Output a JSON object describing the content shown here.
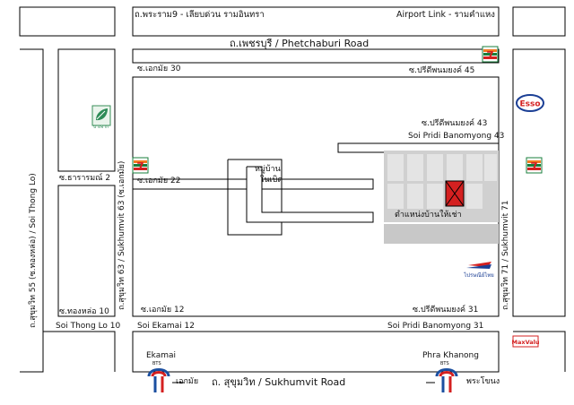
{
  "roads": {
    "top_left": "ถ.พระราม9 - เลียบด่วน รามอินทรา",
    "top_right": "Airport Link - รามคำแหง",
    "phetchaburi": "ถ.เพชรบุรี / Phetchaburi Road",
    "ekamai30": "ซ.เอกมัย 30",
    "pridi45": "ซ.ปรีดีพนมยงค์ 45",
    "pridi43_th": "ซ.ปรีดีพนมยงค์ 43",
    "pridi43_en": "Soi Pridi Banomyong 43",
    "tharaman2": "ซ.ธารารมณ์ 2",
    "ekamai22": "ซ.เอกมัย 22",
    "thonglor10_th": "ซ.ทองหล่อ 10",
    "thonglor10_en": "Soi Thong Lo 10",
    "ekamai12_th": "ซ.เอกมัย 12",
    "ekamai12_en": "Soi Ekamai 12",
    "pridi31_th": "ซ.ปรีดีพนมยงค์ 31",
    "pridi31_en": "Soi Pridi Banomyong 31",
    "sukhumvit": "ถ. สุขุมวิท / Sukhumvit Road",
    "sukhumvit55": "ถ.สุขุมวิท 55 (ซ.ทองหล่อ) / Soi Thong Lo)",
    "sukhumvit63": "ถ.สุขุมวิท 63 / Sukhumvit 63 (ซ.เอกมัย)",
    "sukhumvit71": "ถ.สุขุมวิท 71 / Sukhumvit 71"
  },
  "places": {
    "village_line1": "หมู่บ้าน",
    "village_line2": "ในเบิด",
    "house_location": "ตำแหน่งบ้านให้เช่า",
    "bangchak_label": "บางจาก",
    "seven_eleven": "7",
    "esso": "Esso",
    "maxvalu": "MaxValu",
    "thaipost": "ไปรษณีย์ไทย"
  },
  "stations": {
    "ekamai_en": "Ekamai",
    "ekamai_th": "เอกมัย",
    "phrakhanong_en": "Phra Khanong",
    "phrakhanong_th": "พระโขนง",
    "bts": "BTS"
  },
  "colors": {
    "block_line": "#000000",
    "building_fill": "#cfcfcf",
    "target_fill": "#d42020",
    "seven_green": "#1a7f3c",
    "seven_orange": "#f47920",
    "seven_red": "#d42020",
    "esso_red": "#d42020",
    "esso_blue": "#1b3f95",
    "bts_blue": "#1b4fa0",
    "bts_red": "#d42020"
  }
}
